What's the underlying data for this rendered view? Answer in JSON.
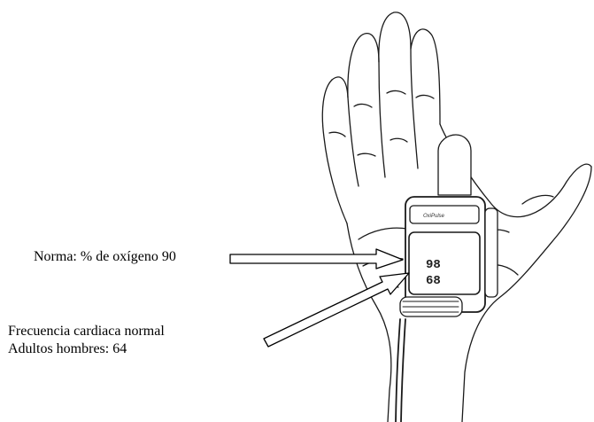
{
  "labels": {
    "oxygen_norm": "Norma: % de oxígeno 90",
    "heart_rate_title": "Frecuencia cardiaca normal",
    "heart_rate_adults": "Adultos hombres: 64"
  },
  "device": {
    "spo2_reading": "98",
    "pulse_reading": "68"
  },
  "colors": {
    "ink": "#000000",
    "background": "#ffffff"
  }
}
